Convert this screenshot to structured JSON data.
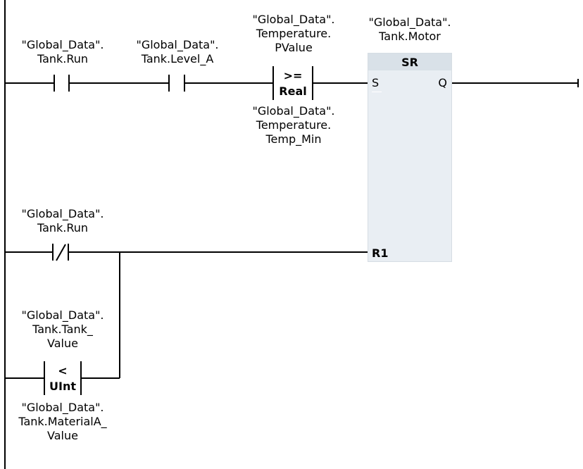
{
  "rung1": {
    "contact_run": {
      "line1": "\"Global_Data\".",
      "line2": "Tank.Run"
    },
    "contact_level": {
      "line1": "\"Global_Data\".",
      "line2": "Tank.Level_A"
    },
    "cmp_ge": {
      "op": ">=",
      "type": "Real",
      "in1": {
        "line1": "\"Global_Data\".",
        "line2": "Temperature.",
        "line3": "PValue"
      },
      "in2": {
        "line1": "\"Global_Data\".",
        "line2": "Temperature.",
        "line3": "Temp_Min"
      }
    },
    "sr_block": {
      "operand": {
        "line1": "\"Global_Data\".",
        "line2": "Tank.Motor"
      },
      "title": "SR",
      "pin_s": "S",
      "pin_q": "Q",
      "pin_r1": "R1"
    }
  },
  "rung2": {
    "contact_run_nc": {
      "line1": "\"Global_Data\".",
      "line2": "Tank.Run"
    }
  },
  "rung3": {
    "cmp_lt": {
      "op": "<",
      "type": "UInt",
      "in1": {
        "line1": "\"Global_Data\".",
        "line2": "Tank.Tank_",
        "line3": "Value"
      },
      "in2": {
        "line1": "\"Global_Data\".",
        "line2": "Tank.MaterialA_",
        "line3": "Value"
      }
    }
  }
}
